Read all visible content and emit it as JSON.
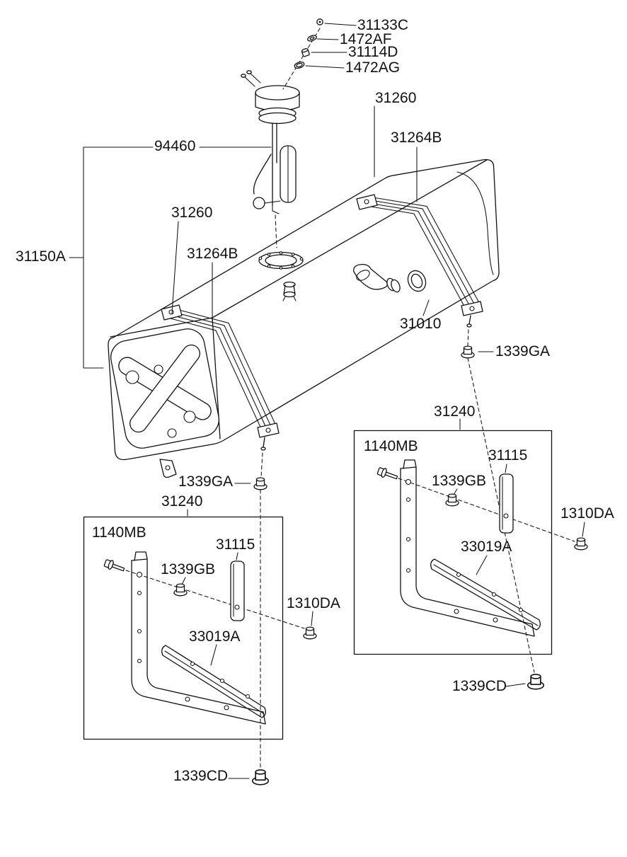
{
  "diagram": {
    "kind": "exploded-parts-diagram",
    "background_color": "#ffffff",
    "line_color": "#111111"
  },
  "labels": {
    "p31133C": "31133C",
    "p1472AF": "1472AF",
    "p31114D": "31114D",
    "p1472AG": "1472AG",
    "p31260_top": "31260",
    "p31264B_top": "31264B",
    "p94460": "94460",
    "p31260_mid": "31260",
    "p31264B_mid": "31264B",
    "p31150A": "31150A",
    "p31010": "31010",
    "p1339GA_right": "1339GA",
    "p1339GA_left": "1339GA",
    "p31240_right": "31240",
    "p31240_left": "31240",
    "p1140MB_right": "1140MB",
    "p1140MB_left": "1140MB",
    "p1339GB_right": "1339GB",
    "p1339GB_left": "1339GB",
    "p31115_right": "31115",
    "p31115_left": "31115",
    "p33019A_right": "33019A",
    "p33019A_left": "33019A",
    "p1310DA_right": "1310DA",
    "p1310DA_left": "1310DA",
    "p1339CD_right": "1339CD",
    "p1339CD_left": "1339CD"
  }
}
